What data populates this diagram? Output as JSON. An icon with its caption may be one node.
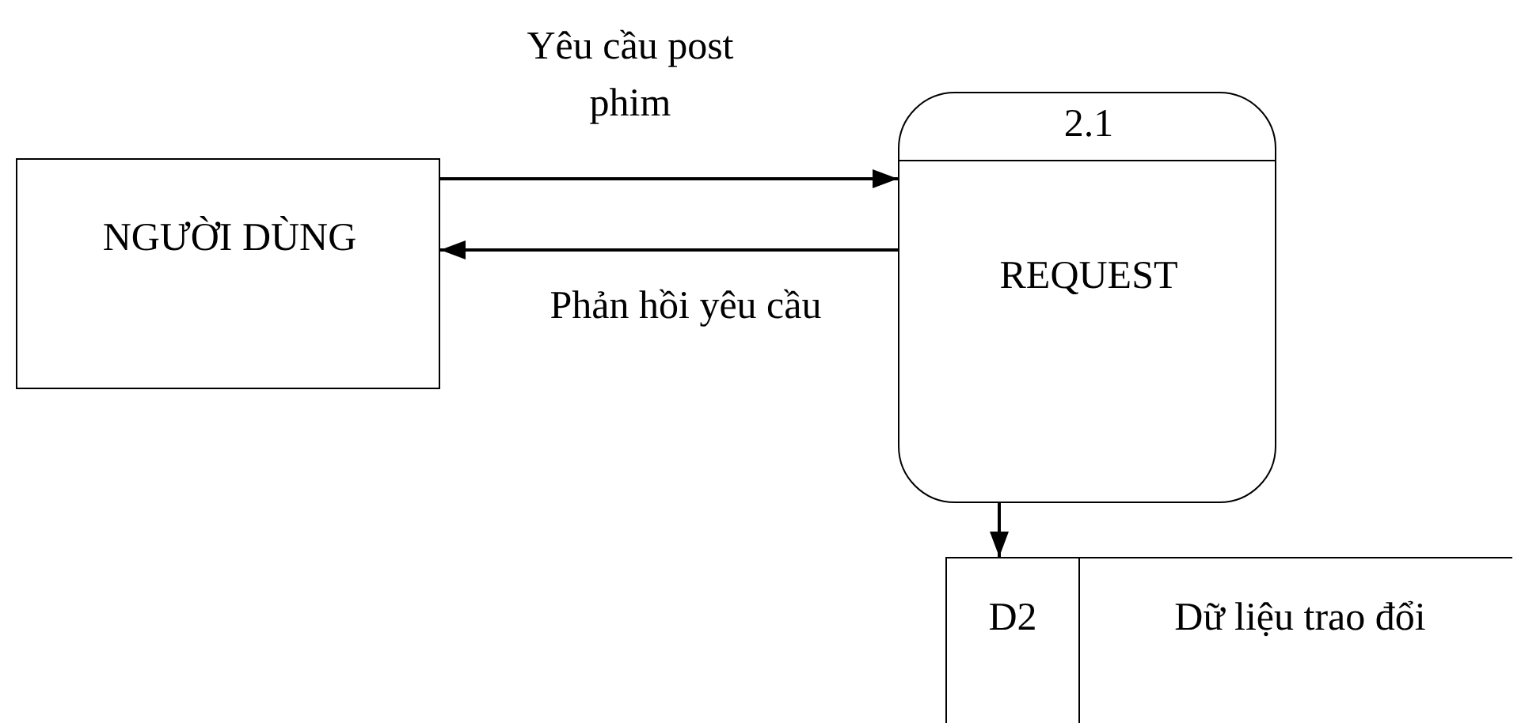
{
  "diagram": {
    "nodes": [
      {
        "text": [
          "NGƯỜI DÙNG"
        ]
      },
      {
        "text": [
          "2.1",
          "REQUEST"
        ]
      },
      {
        "text": [
          "D2",
          "Dữ liệu trao đổi"
        ]
      }
    ],
    "edges": [
      {
        "from": 0,
        "to": 1,
        "arrow": "to",
        "label": "Yêu cầu post phim"
      },
      {
        "from": 1,
        "to": 0,
        "arrow": "to",
        "label": "Phản hồi yêu cầu"
      },
      {
        "from": 1,
        "to": 2,
        "arrow": "to"
      }
    ]
  }
}
